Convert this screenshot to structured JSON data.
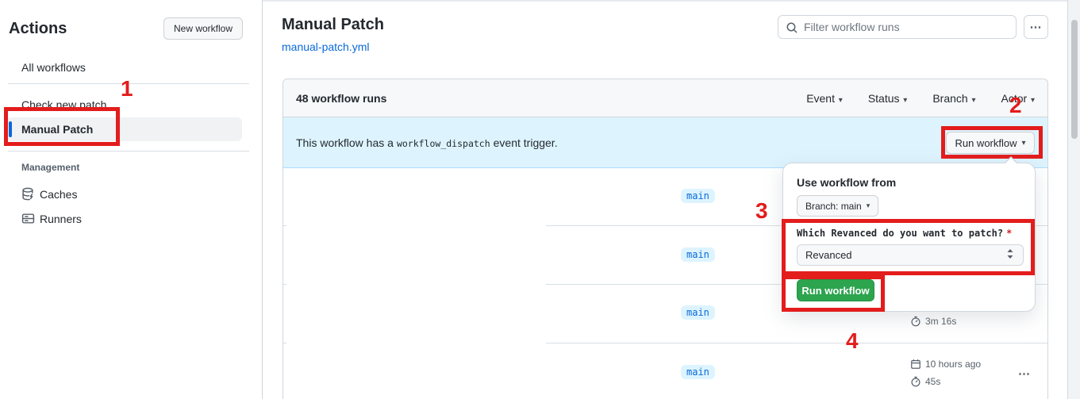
{
  "sidebar": {
    "title": "Actions",
    "new_workflow_button": "New workflow",
    "items": [
      {
        "label": "All workflows"
      },
      {
        "label": "Check new patch"
      },
      {
        "label": "Manual Patch",
        "selected": true
      }
    ],
    "management": {
      "header": "Management",
      "items": [
        {
          "label": "Caches",
          "icon": "cache-icon"
        },
        {
          "label": "Runners",
          "icon": "runners-icon"
        }
      ]
    }
  },
  "header": {
    "title": "Manual Patch",
    "file_link": "manual-patch.yml",
    "filter_placeholder": "Filter workflow runs",
    "more_button": "⋯"
  },
  "table": {
    "runs_count": "48 workflow runs",
    "filters": [
      {
        "label": "Event"
      },
      {
        "label": "Status"
      },
      {
        "label": "Branch"
      },
      {
        "label": "Actor"
      }
    ],
    "banner": {
      "text_before": "This workflow has a",
      "code": "workflow_dispatch",
      "text_after": "event trigger.",
      "run_button": "Run workflow"
    },
    "rows": [
      {
        "branch": "main"
      },
      {
        "branch": "main"
      },
      {
        "branch": "main",
        "duration": "3m 16s"
      },
      {
        "branch": "main",
        "time": "10 hours ago",
        "duration": "45s",
        "menu": "⋯"
      }
    ]
  },
  "popover": {
    "heading": "Use workflow from",
    "branch_button": "Branch: main",
    "input_label": "Which Revanced do you want to patch?",
    "required_mark": "*",
    "select_value": "Revanced",
    "run_button": "Run workflow"
  },
  "annotations": {
    "color": "#e31c1c",
    "steps": [
      "1",
      "2",
      "3",
      "4"
    ]
  },
  "colors": {
    "link_blue": "#0969da",
    "banner_blue": "#ddf4ff",
    "badge_blue_text": "#0969da",
    "green_button": "#2da44e",
    "annotation_red": "#e31c1c",
    "border_gray": "#d0d7de"
  }
}
